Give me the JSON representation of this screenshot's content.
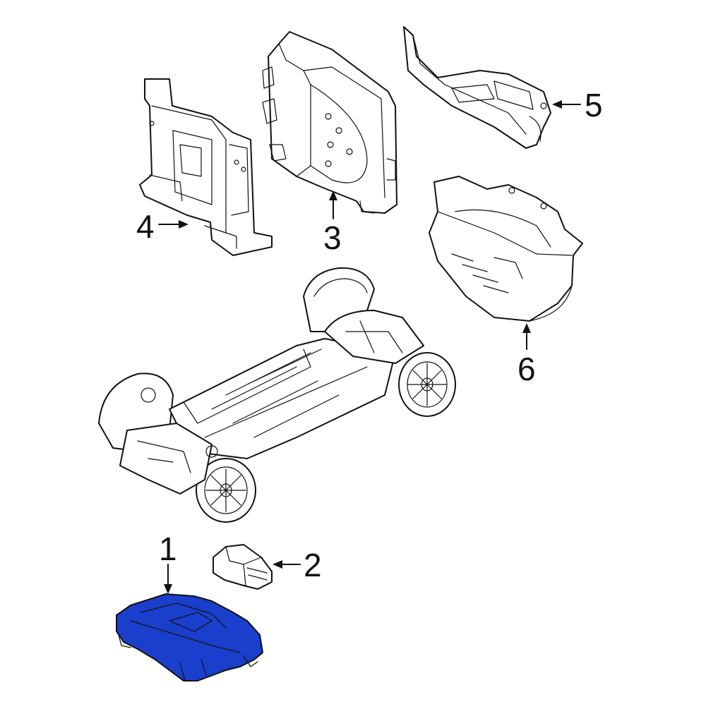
{
  "diagram": {
    "highlight_color": "#1a3fcc",
    "line_color": "#111111",
    "background": "#ffffff",
    "callouts": [
      {
        "id": "1",
        "label": "1"
      },
      {
        "id": "2",
        "label": "2"
      },
      {
        "id": "3",
        "label": "3"
      },
      {
        "id": "4",
        "label": "4"
      },
      {
        "id": "5",
        "label": "5"
      },
      {
        "id": "6",
        "label": "6"
      }
    ],
    "highlighted_part": "1"
  }
}
